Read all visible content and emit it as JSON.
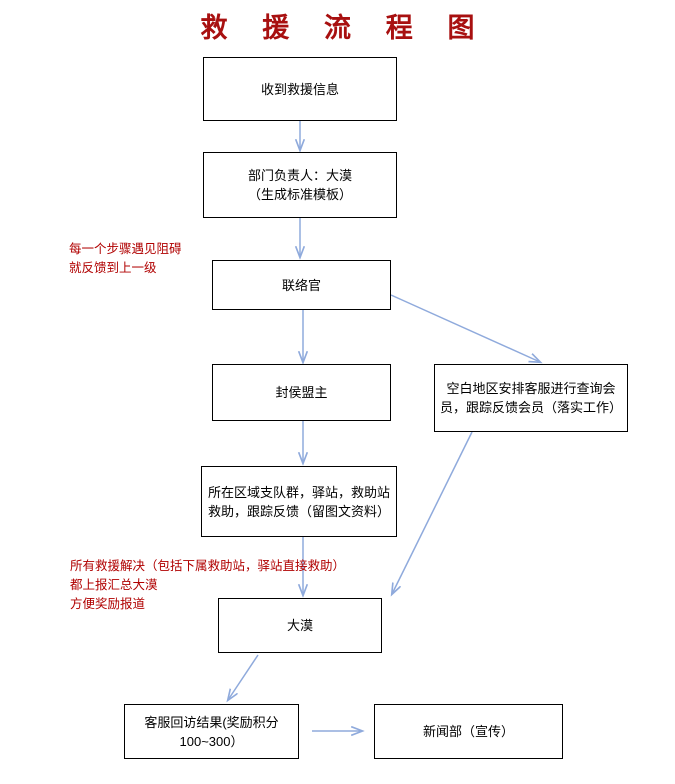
{
  "title": "救 援 流 程 图",
  "colors": {
    "title": "#A81010",
    "note": "#B00000",
    "arrow": "#8FAADC",
    "border": "#000000",
    "background": "#FFFFFF"
  },
  "nodes": {
    "receive_info": {
      "text": "收到救援信息"
    },
    "department_head": {
      "line1": "部门负责人：大漠",
      "line2": "（生成标准模板）"
    },
    "liaison": {
      "text": "联络官"
    },
    "alliance_leader": {
      "text": "封侯盟主"
    },
    "region_team": {
      "line1": "所在区域支队群，驿站，救助站",
      "line2": "救助，跟踪反馈（留图文资料）"
    },
    "blank_area_service": {
      "line1": "空白地区安排客服进行查询会",
      "line2": "员，跟踪反馈会员（落实工作）"
    },
    "damo": {
      "text": "大漠"
    },
    "callback_result": {
      "line1": "客服回访结果(奖励积分",
      "line2": "100~300）"
    },
    "news_dept": {
      "text": "新闻部（宣传）"
    }
  },
  "notes": {
    "note_top": {
      "line1": "每一个步骤遇见阻碍",
      "line2": "就反馈到上一级"
    },
    "note_bottom": {
      "line1": "所有救援解决（包括下属救助站，驿站直接救助）",
      "line2": "都上报汇总大漠",
      "line3": "方便奖励报道"
    }
  },
  "connectors": [
    {
      "name": "receive-to-head",
      "type": "vertical-arrow"
    },
    {
      "name": "head-to-liaison",
      "type": "vertical-arrow"
    },
    {
      "name": "liaison-to-blank-area",
      "type": "diagonal-arrow"
    },
    {
      "name": "liaison-to-leader",
      "type": "vertical-arrow"
    },
    {
      "name": "leader-to-region",
      "type": "vertical-arrow"
    },
    {
      "name": "region-to-damo",
      "type": "vertical-arrow"
    },
    {
      "name": "blank-area-to-damo",
      "type": "diagonal-arrow"
    },
    {
      "name": "damo-to-callback",
      "type": "diagonal-arrow"
    },
    {
      "name": "callback-to-news",
      "type": "horizontal-arrow"
    }
  ]
}
